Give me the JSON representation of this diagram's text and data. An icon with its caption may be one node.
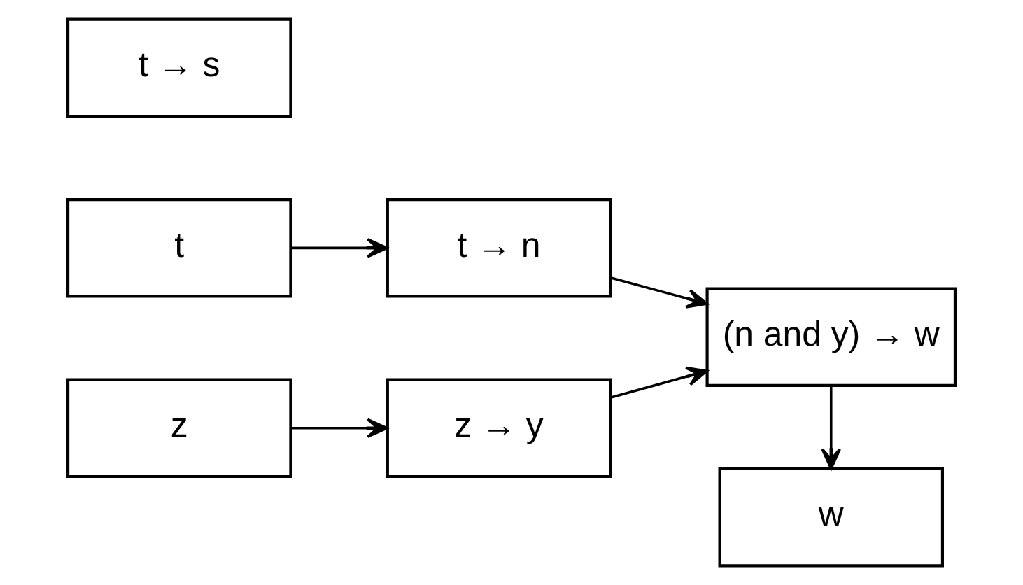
{
  "diagram": {
    "nodes": [
      {
        "text": [
          "t"
        ]
      },
      {
        "text": [
          "t → n"
        ]
      },
      {
        "text": [
          "t → s"
        ]
      },
      {
        "text": [
          "z → y"
        ]
      },
      {
        "text": [
          "(n and y) → w"
        ]
      },
      {
        "text": [
          "z"
        ]
      },
      {
        "text": [
          "w"
        ]
      }
    ],
    "edges": [
      {
        "from": 0,
        "to": 1,
        "arrow": "to"
      },
      {
        "from": 1,
        "to": 4,
        "arrow": "to"
      },
      {
        "from": 3,
        "to": 4,
        "arrow": "to"
      },
      {
        "from": 5,
        "to": 3,
        "arrow": "to"
      },
      {
        "from": 4,
        "to": 6,
        "arrow": "to"
      }
    ]
  }
}
